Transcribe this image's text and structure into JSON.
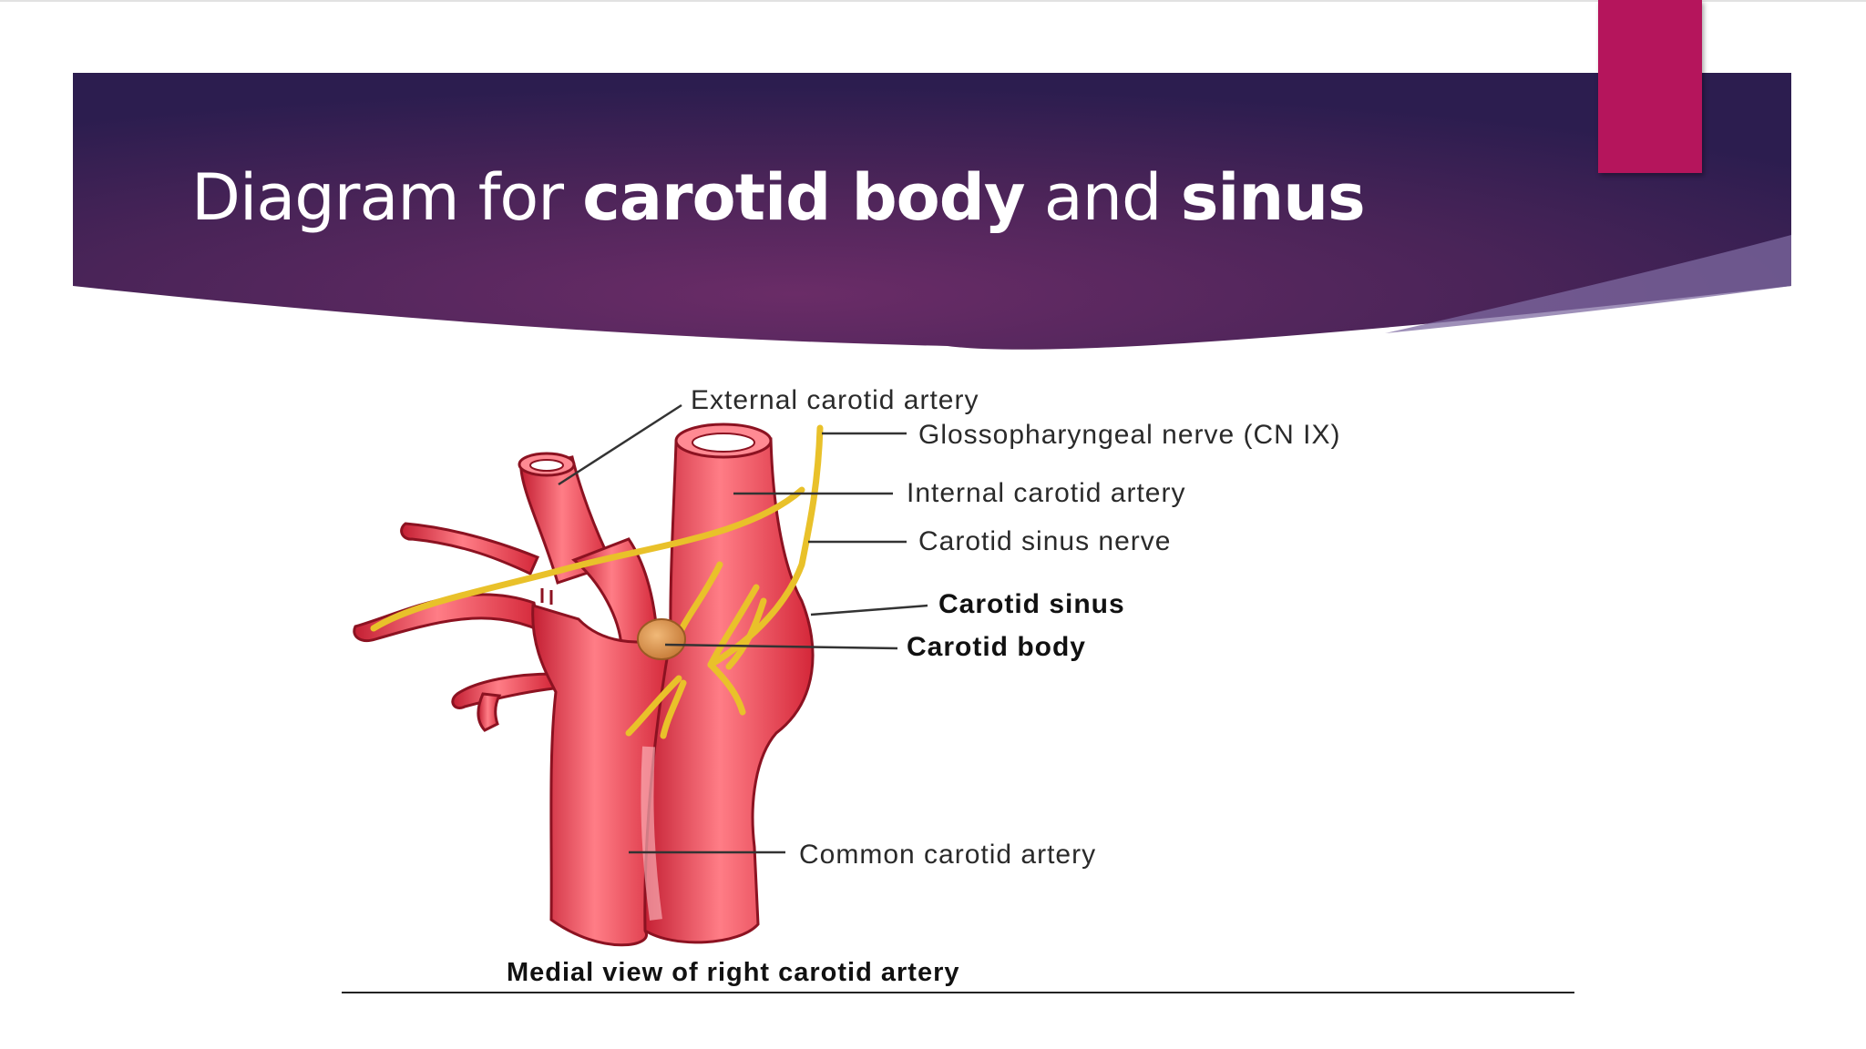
{
  "slide": {
    "title_prefix": "Diagram for ",
    "title_bold_1": "carotid body",
    "title_mid": " and ",
    "title_bold_2": "sinus"
  },
  "diagram": {
    "labels": {
      "external_carotid_artery": "External carotid artery",
      "glossopharyngeal_nerve": "Glossopharyngeal nerve (CN IX)",
      "internal_carotid_artery": "Internal carotid artery",
      "carotid_sinus_nerve": "Carotid sinus nerve",
      "carotid_sinus": "Carotid sinus",
      "carotid_body": "Carotid body",
      "common_carotid_artery": "Common carotid artery"
    },
    "caption": "Medial view of right carotid artery"
  },
  "colors": {
    "banner_dark": "#2c1d4f",
    "banner_light": "#6a2c67",
    "accent_tab": "#b5155c",
    "artery": "#e8384a",
    "nerve": "#f2d23a",
    "carotid_body": "#d9924a"
  }
}
